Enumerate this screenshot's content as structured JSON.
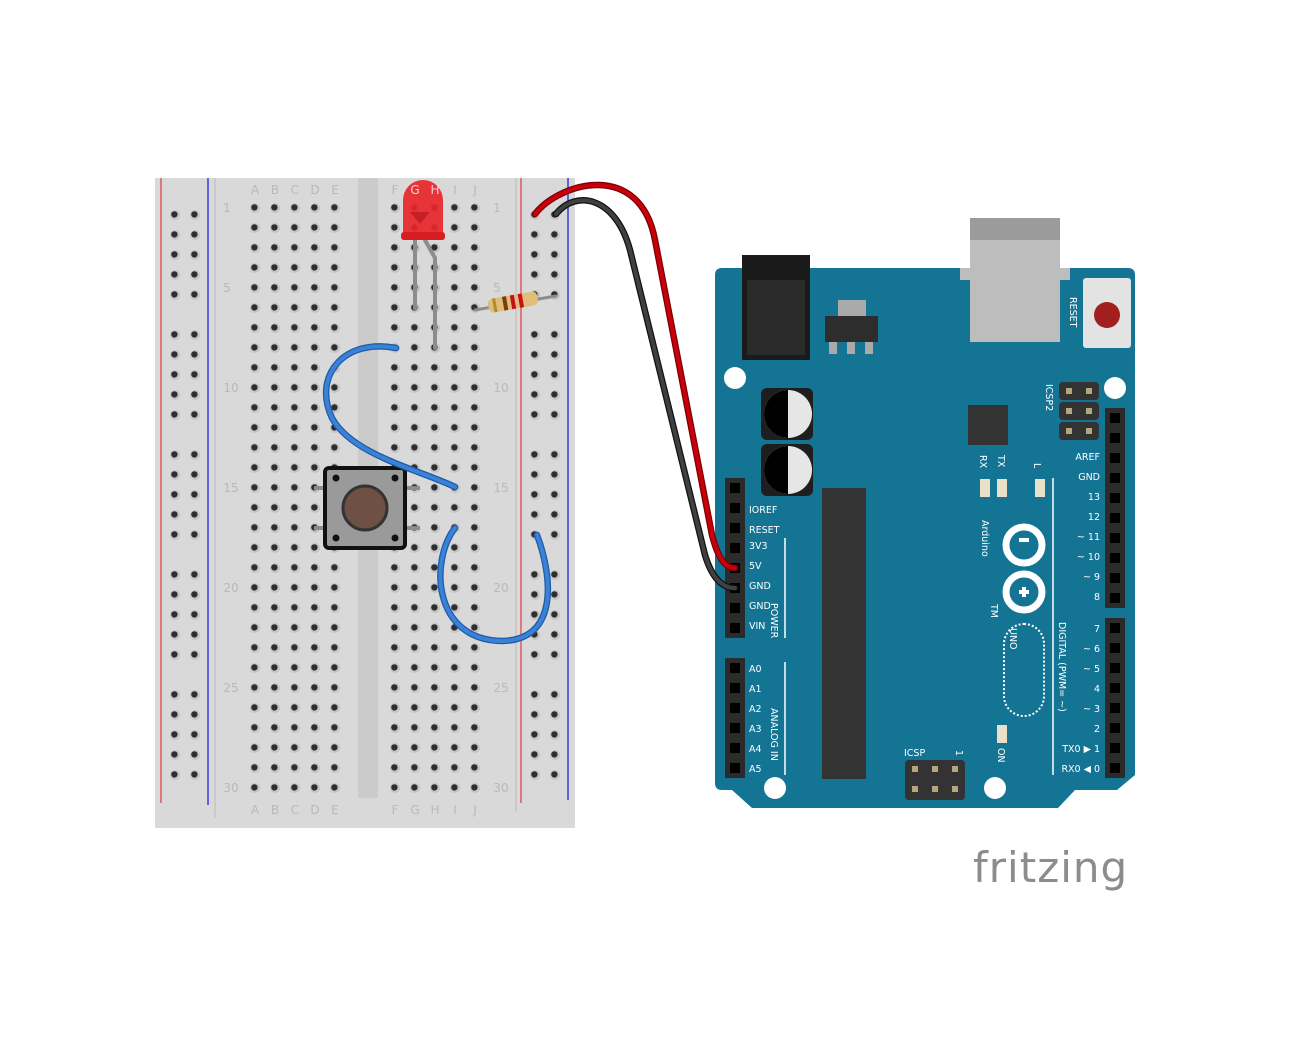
{
  "breadboard": {
    "columns_left": [
      "A",
      "B",
      "C",
      "D",
      "E"
    ],
    "columns_right": [
      "F",
      "G",
      "H",
      "I",
      "J"
    ],
    "row_labels": [
      "1",
      "5",
      "10",
      "15",
      "20",
      "25",
      "30"
    ]
  },
  "arduino": {
    "brand": "Arduino",
    "trademark": "TM",
    "model": "UNO",
    "reset_label": "RESET",
    "icsp2_label": "ICSP2",
    "icsp_label": "ICSP",
    "icsp_pin1": "1",
    "led_labels": {
      "rx": "RX",
      "tx": "TX",
      "l": "L",
      "on": "ON"
    },
    "power_pins": [
      "IOREF",
      "RESET",
      "3V3",
      "5V",
      "GND",
      "GND",
      "VIN"
    ],
    "power_label": "POWER",
    "analog_pins": [
      "A0",
      "A1",
      "A2",
      "A3",
      "A4",
      "A5"
    ],
    "analog_label": "ANALOG IN",
    "digital_top": [
      "AREF",
      "GND",
      "13",
      "12",
      "~ 11",
      "~ 10",
      "~ 9",
      "8"
    ],
    "digital_bottom": [
      "7",
      "~ 6",
      "~ 5",
      "4",
      "~ 3",
      "2",
      "TX0 ▶ 1",
      "RX0 ◀ 0"
    ],
    "digital_label": "DIGITAL (PWM= ~)"
  },
  "logo": "fritzing",
  "colors": {
    "board": "#137494",
    "wire_red": "#c8000a",
    "wire_black": "#333333",
    "wire_blue": "#2d70c4",
    "led": "#e8262b",
    "breadboard": "#d9d9d9"
  }
}
